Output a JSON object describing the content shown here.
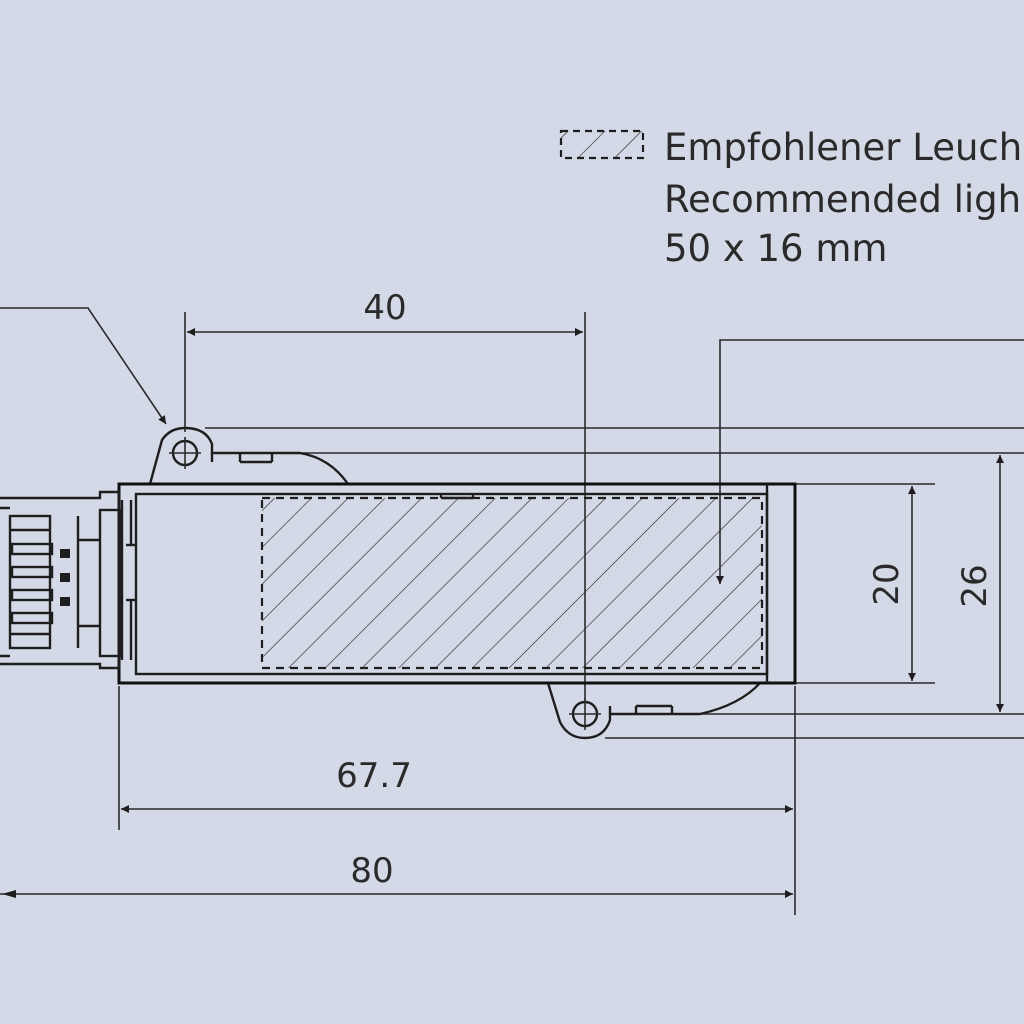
{
  "legend": {
    "line1": "Empfohlener Leuch",
    "line2": "Recommended ligh",
    "line3": "50 x 16 mm"
  },
  "dimensions": {
    "d40": "40",
    "d20": "20",
    "d26": "26",
    "d67_7": "67.7",
    "d80": "80"
  },
  "colors": {
    "background": "#d3d9e6",
    "line": "#1e1e1e"
  }
}
